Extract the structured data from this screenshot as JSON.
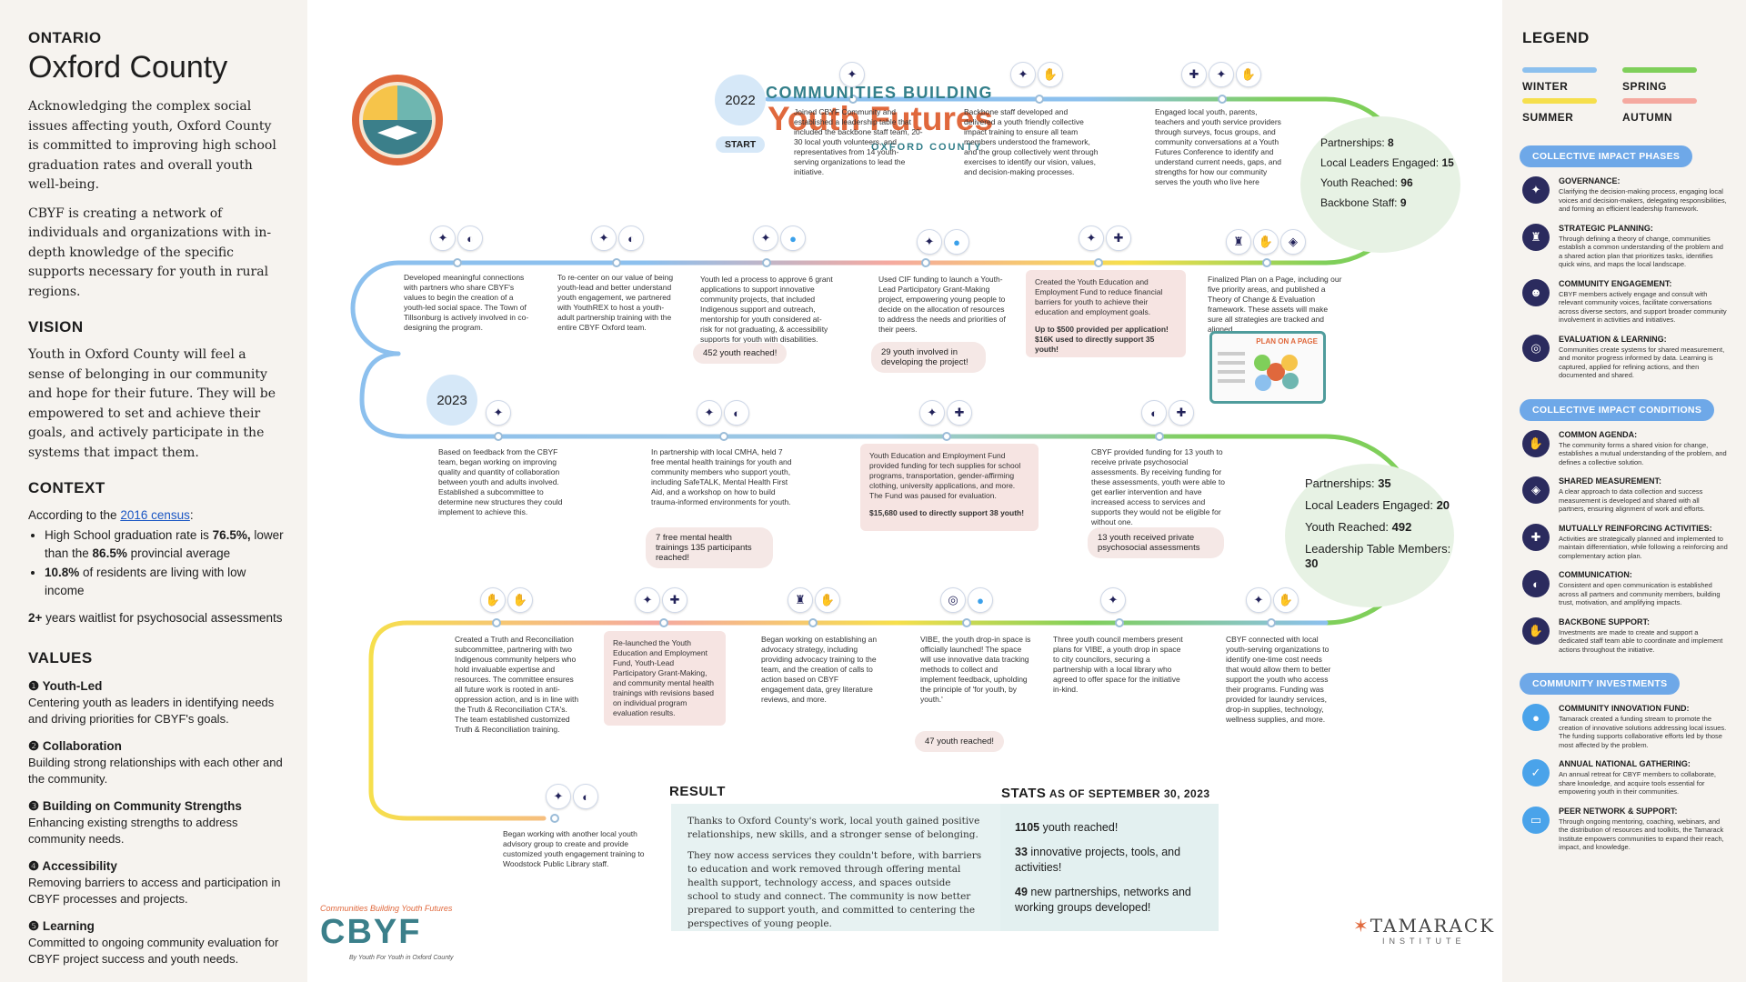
{
  "left": {
    "province": "ONTARIO",
    "county": "Oxford County",
    "p1": "Acknowledging the complex social issues affecting youth, Oxford County is committed to improving high school graduation rates and overall youth well-being.",
    "p2": "CBYF is creating a network of individuals and organizations with in-depth knowledge of the specific supports necessary for youth in rural regions.",
    "vision_h": "VISION",
    "vision": "Youth in Oxford County will feel a sense of belonging in our community and hope for their future. They will be empowered to set and achieve their goals, and actively participate in the systems that impact them.",
    "context_h": "CONTEXT",
    "context_intro": "According to the ",
    "context_link": "2016 census",
    "c1a": "High School graduation rate is ",
    "c1b": "76.5%,",
    "c1c": " lower than the ",
    "c1d": "86.5%",
    "c1e": " provincial average",
    "c2a": "10.8%",
    "c2b": " of residents are living with low income",
    "c3a": "2+",
    "c3b": " years waitlist for psychosocial assessments",
    "values_h": "VALUES",
    "values": [
      {
        "t": "❶ Youth-Led",
        "d": "Centering youth as leaders in identifying needs and driving priorities for CBYF's goals."
      },
      {
        "t": "❷ Collaboration",
        "d": "Building strong relationships with each other and the community."
      },
      {
        "t": "❸ Building on Community Strengths",
        "d": "Enhancing existing strengths to address community needs."
      },
      {
        "t": "❹ Accessibility",
        "d": "Removing barriers to access and participation in CBYF processes and projects."
      },
      {
        "t": "❺ Learning",
        "d": "Committed to ongoing community evaluation for CBYF project success and youth needs."
      }
    ]
  },
  "logo": {
    "l1": "COMMUNITIES BUILDING",
    "l2": "Youth Futures",
    "l3": "OXFORD COUNTY"
  },
  "timeline": {
    "y2022": "2022",
    "start": "START",
    "y2023": "2023",
    "e1": "Joined CBYF Community and established a leadership table that included the backbone staff team, 20-30 local youth volunteers, and representatives from 14 youth-serving organizations to lead the initiative.",
    "e2": "Backbone staff developed and delivered a youth friendly collective impact training to ensure all team members understood the framework, and the group collectively went through exercises to identify our vision, values, and decision-making processes.",
    "e3": "Engaged local youth, parents, teachers and youth service providers through surveys, focus groups, and community conversations at a Youth Futures Conference to identify and understand current needs, gaps, and strengths for how our community serves the youth who live here",
    "sum1": {
      "a": "Partnerships: ",
      "av": "8",
      "b": "Local Leaders Engaged: ",
      "bv": "15",
      "c": "Youth Reached: ",
      "cv": "96",
      "d": "Backbone Staff: ",
      "dv": "9"
    },
    "e4": "Developed meaningful connections with partners who share CBYF's values to begin the creation of a youth-led social space. The Town of Tillsonburg is actively involved in co-designing the program.",
    "e5": "To re-center on our value of being youth-lead and better understand youth engagement, we partnered with YouthREX to host a youth-adult partnership training with the entire CBYF Oxford team.",
    "e6": "Youth led a process to approve 6 grant applications to support innovative community projects, that included Indigenous support and outreach, mentorship for youth considered at-risk for not graduating, & accessibility supports for youth with disabilities.",
    "t6": "452 youth reached!",
    "e7": "Used CIF funding to launch a Youth-Lead Participatory Grant-Making project, empowering young people to decide on the allocation of resources to address the needs and priorities of their peers.",
    "t7": "29 youth involved in developing the project!",
    "e8": "Created the Youth Education and Employment Fund to reduce financial barriers for youth to achieve their education and employment goals.",
    "e8b": "Up to $500 provided per application! $16K used to directly support 35 youth!",
    "e9": "Finalized Plan on a Page, including our five priority areas, and published a Theory of Change & Evaluation framework. These assets will make sure all strategies are tracked and aligned.",
    "plan": "PLAN ON A PAGE",
    "e10": "Based on feedback from the CBYF team, began working on improving quality and quantity of collaboration between youth and adults involved. Established a subcommittee to determine new structures they could implement to achieve this.",
    "e11": "In partnership with local CMHA, held 7 free mental health trainings for youth and community members who support youth, including SafeTALK, Mental Health First Aid, and a workshop on how to build trauma-informed environments for youth.",
    "t11": "7 free mental health trainings 135 participants reached!",
    "e12": "Youth Education and Employment Fund provided funding for tech supplies for school programs, transportation, gender-affirming clothing, university applications, and more. The Fund was paused for evaluation.",
    "e12b": "$15,680 used to directly support 38 youth!",
    "e13": "CBYF provided funding for 13 youth to receive private psychosocial assessments. By receiving funding for these assessments, youth were able to get earlier intervention and have increased access to services and supports they would not be eligible for without one.",
    "t13": "13 youth received private psychosocial assessments",
    "sum2": {
      "a": "Partnerships: ",
      "av": "35",
      "b": "Local Leaders Engaged: ",
      "bv": "20",
      "c": "Youth Reached: ",
      "cv": "492",
      "d": "Leadership Table Members: ",
      "dv": "30"
    },
    "e14": "Created a Truth and Reconciliation subcommittee, partnering with two Indigenous community helpers who hold invaluable expertise and resources. The committee ensures all future work is rooted in anti-oppression action, and is in line with the Truth & Reconciliation CTA's. The team established customized Truth & Reconciliation training.",
    "e15": "Re-launched the Youth Education and Employment Fund, Youth-Lead Participatory Grant-Making, and community mental health trainings with revisions based on individual program evaluation results.",
    "e16": "Began working on establishing an advocacy strategy, including providing advocacy training to the team, and the creation of calls to action based on CBYF engagement data, grey literature reviews, and more.",
    "e17": "VIBE, the youth drop-in space is officially launched! The space will use innovative data tracking methods to collect and implement feedback, upholding the principle of 'for youth, by youth.'",
    "t17": "47 youth reached!",
    "e18": "Three youth council members present plans for VIBE, a youth drop in space to city councilors, securing a partnership with a local library who agreed to offer space for the initiative in-kind.",
    "e19": "CBYF connected with local youth-serving organizations to identify one-time cost needs that would allow them to better support the youth who access their programs. Funding was provided for laundry services, drop-in supplies, technology, wellness supplies, and more.",
    "e20": "Began working with another local youth advisory group to create and provide customized youth engagement training to Woodstock Public Library staff."
  },
  "result": {
    "h": "RESULT",
    "p1": "Thanks to Oxford County's work, local youth gained positive relationships, new skills, and a stronger sense of belonging.",
    "p2": "They now access services they couldn't before, with barriers to education and work removed through offering mental health support, technology access, and spaces outside school to study and connect. The community is now better prepared to support youth, and committed to centering the perspectives of young people."
  },
  "stats": {
    "h": "STATS",
    "hs": " AS OF SEPTEMBER 30, 2023",
    "s1a": "1105",
    "s1b": " youth reached!",
    "s2a": "33",
    "s2b": " innovative projects, tools, and activities!",
    "s3a": "49",
    "s3b": " new partnerships, networks and working groups developed!"
  },
  "footer": {
    "cbyf_top": "Communities Building Youth Futures",
    "cbyf": "CBYF",
    "cbyf_sub": "By Youth For Youth in Oxford County",
    "tamarack": "TAMARACK",
    "institute": "INSTITUTE"
  },
  "legend": {
    "h": "LEGEND",
    "winter": "WINTER",
    "spring": "SPRING",
    "summer": "SUMMER",
    "autumn": "AUTUMN",
    "phases_h": "COLLECTIVE IMPACT PHASES",
    "phases": [
      {
        "t": "GOVERNANCE:",
        "d": "Clarifying the decision-making process, engaging local voices and decision-makers, delegating responsibilities, and forming an efficient leadership framework."
      },
      {
        "t": "STRATEGIC PLANNING:",
        "d": "Through defining a theory of change, communities establish a common understanding of the problem and a shared action plan that prioritizes tasks, identifies quick wins, and maps the local landscape."
      },
      {
        "t": "COMMUNITY ENGAGEMENT:",
        "d": "CBYF members actively engage and consult with relevant community voices, facilitate conversations across diverse sectors, and support broader community involvement in activities and initiatives."
      },
      {
        "t": "EVALUATION & LEARNING:",
        "d": "Communities create systems for shared measurement, and monitor progress informed by data. Learning is captured, applied for refining actions, and then documented and shared."
      }
    ],
    "cond_h": "COLLECTIVE IMPACT CONDITIONS",
    "conditions": [
      {
        "t": "COMMON AGENDA:",
        "d": "The community forms a shared vision for change, establishes a mutual understanding of the problem, and defines a collective solution."
      },
      {
        "t": "SHARED MEASUREMENT:",
        "d": "A clear approach to data collection and success measurement is developed and shared with all partners, ensuring alignment of work and efforts."
      },
      {
        "t": "MUTUALLY REINFORCING ACTIVITIES:",
        "d": "Activities are strategically planned and implemented to maintain differentiation, while following a reinforcing and complementary action plan."
      },
      {
        "t": "COMMUNICATION:",
        "d": "Consistent and open communication is established across all partners and community members, building trust, motivation, and amplifying impacts."
      },
      {
        "t": "BACKBONE SUPPORT:",
        "d": "Investments are made to create and support a dedicated staff team able to coordinate and implement actions throughout the initiative."
      }
    ],
    "inv_h": "COMMUNITY INVESTMENTS",
    "investments": [
      {
        "t": "COMMUNITY INNOVATION FUND:",
        "d": "Tamarack created a funding stream to promote the creation of innovative solutions addressing local issues. The funding supports collaborative efforts led by those most affected by the problem."
      },
      {
        "t": "ANNUAL NATIONAL GATHERING:",
        "d": "An annual retreat for CBYF members to collaborate, share knowledge, and acquire tools essential for empowering youth in their communities."
      },
      {
        "t": "PEER NETWORK & SUPPORT:",
        "d": "Through ongoing mentoring, coaching, webinars, and the distribution of resources and toolkits, the Tamarack Institute empowers communities to expand their reach, impact, and knowledge."
      }
    ]
  },
  "colors": {
    "winter": "#8cc0ee",
    "spring": "#7fcf5a",
    "summer": "#f6df4c",
    "autumn": "#f5a9a0"
  }
}
